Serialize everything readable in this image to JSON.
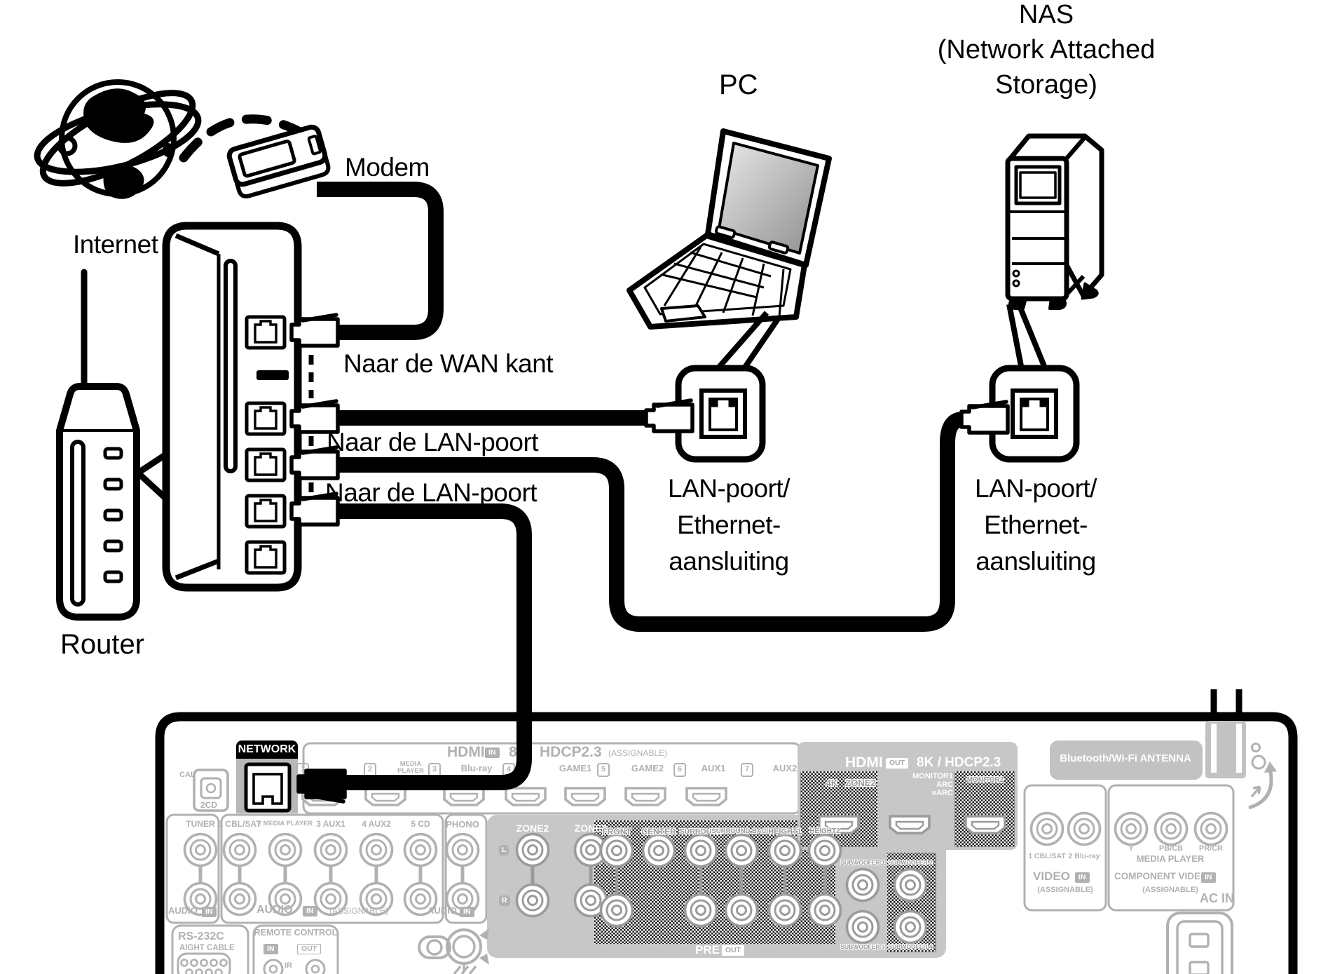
{
  "labels": {
    "internet": "Internet",
    "modem": "Modem",
    "router": "Router",
    "pc": "PC",
    "nas_line1": "NAS",
    "nas_line2": "(Network Attached",
    "nas_line3": "Storage)",
    "to_wan": "Naar de WAN kant",
    "to_lan_1": "Naar de LAN-poort",
    "to_lan_2": "Naar de LAN-poort"
  },
  "callouts": {
    "pc": {
      "line1": "LAN-poort/",
      "line2": "Ethernet-",
      "line3": "aansluiting"
    },
    "nas": {
      "line1": "LAN-poort/",
      "line2": "Ethernet-",
      "line3": "aansluiting"
    }
  },
  "panel": {
    "network": "NETWORK",
    "optical": {
      "label_top": "CAL",
      "label_bottom": "2CD"
    },
    "hdmi_in": {
      "title": "HDMI",
      "badge": "IN",
      "spec_8": "8",
      "spec_rest": "HDCP2.3",
      "assignable": "(ASSIGNABLE)",
      "inputs": [
        {
          "n": "1"
        },
        {
          "n": "2"
        },
        {
          "label": "MEDIA",
          "label2": "PLAYER",
          "n": "3"
        },
        {
          "label": "Blu-ray",
          "n": "4"
        },
        {
          "label": "GAME1",
          "n": "5"
        },
        {
          "label": "GAME2",
          "n": "6"
        },
        {
          "label": "AUX1",
          "n": "7"
        },
        {
          "label": "AUX2"
        }
      ],
      "zone_out": {
        "l1": "4K",
        "l2": "ZONE2"
      }
    },
    "hdmi_out": {
      "title": "HDMI",
      "badge": "OUT",
      "spec": "8K / HDCP2.3",
      "monitor1": "MONITOR1",
      "arc": "ARC",
      "earc": "eARC",
      "monitor2": "MONITOR2"
    },
    "bluetooth": "Bluetooth/Wi-Fi ANTENNA",
    "audio_in": {
      "tuner": "TUNER",
      "cbl": "1 CBL/SAT",
      "media": "2 MEDIA PLAYER",
      "aux1": "3 AUX1",
      "aux2": "4 AUX2",
      "cd": "5 CD",
      "phono": "PHONO",
      "audio": "AUDIO",
      "in_badge": "IN",
      "assignable": "(ASSIGNABLE)"
    },
    "zones": {
      "zone2": "ZONE2",
      "zone3": "ZONE3",
      "l": "L",
      "r": "R"
    },
    "preout": {
      "front": "FRONT",
      "center": "CENTER",
      "surround": "SURROUND",
      "surround_back": "SURROUND BACK",
      "height1": "HEIGHT1",
      "height2": "HEIGHT2",
      "sub1": "SUBWOOFER 1",
      "sub2": "SUBWOOFER 2",
      "sub3": "SUBWOOFER 3",
      "sub4": "SUBWOOFER 4",
      "pre": "PRE",
      "out_badge": "OUT"
    },
    "video": {
      "cbl": "1 CBL/SAT",
      "bluray": "2 Blu-ray",
      "title": "VIDEO",
      "in_badge": "IN",
      "assignable": "(ASSIGNABLE)"
    },
    "component": {
      "y": "Y",
      "pb": "PB/CB",
      "pr": "PR/CR",
      "media": "MEDIA PLAYER",
      "title": "COMPONENT VIDEO",
      "in_badge": "IN",
      "assignable": "(ASSIGNABLE)"
    },
    "ac_in": "AC IN",
    "rs232": {
      "title": "RS-232C",
      "cable": "AIGHT CABLE"
    },
    "remote": {
      "title": "REMOTE CONTROL",
      "in_badge": "IN",
      "out_badge": "OUT",
      "ir": "IR"
    }
  }
}
